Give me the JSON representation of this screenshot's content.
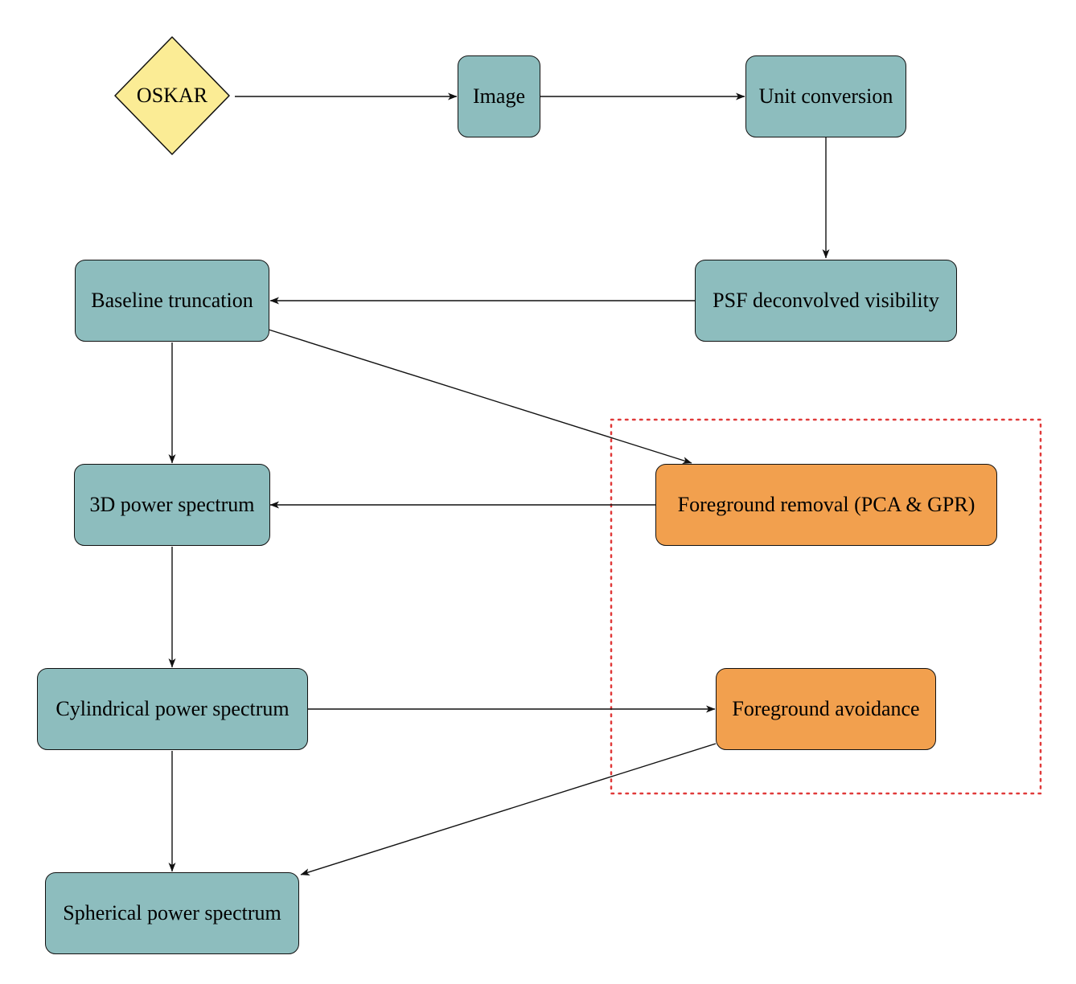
{
  "diagram": {
    "type": "flowchart",
    "colors": {
      "process_fill": "#8dbdbe",
      "foreground_fill": "#f2a04e",
      "source_fill": "#fbec95",
      "stroke": "#111111",
      "highlight_border": "#e03a3a"
    },
    "nodes": {
      "oskar": {
        "label": "OSKAR",
        "shape": "diamond"
      },
      "image": {
        "label": "Image"
      },
      "unit_conversion": {
        "label": "Unit conversion"
      },
      "psf_deconvolved": {
        "label": "PSF deconvolved visibility"
      },
      "baseline_truncation": {
        "label": "Baseline truncation"
      },
      "power_3d": {
        "label": "3D power spectrum"
      },
      "foreground_removal": {
        "label": "Foreground removal (PCA & GPR)"
      },
      "cylindrical": {
        "label": "Cylindrical power spectrum"
      },
      "foreground_avoidance": {
        "label": "Foreground avoidance"
      },
      "spherical": {
        "label": "Spherical power spectrum"
      }
    },
    "edges": [
      {
        "from": "oskar",
        "to": "image"
      },
      {
        "from": "image",
        "to": "unit_conversion"
      },
      {
        "from": "unit_conversion",
        "to": "psf_deconvolved"
      },
      {
        "from": "psf_deconvolved",
        "to": "baseline_truncation"
      },
      {
        "from": "baseline_truncation",
        "to": "power_3d"
      },
      {
        "from": "baseline_truncation",
        "to": "foreground_removal"
      },
      {
        "from": "foreground_removal",
        "to": "power_3d"
      },
      {
        "from": "power_3d",
        "to": "cylindrical"
      },
      {
        "from": "cylindrical",
        "to": "foreground_avoidance"
      },
      {
        "from": "cylindrical",
        "to": "spherical"
      },
      {
        "from": "foreground_avoidance",
        "to": "spherical"
      }
    ],
    "highlight_group": [
      "foreground_removal",
      "foreground_avoidance"
    ]
  }
}
